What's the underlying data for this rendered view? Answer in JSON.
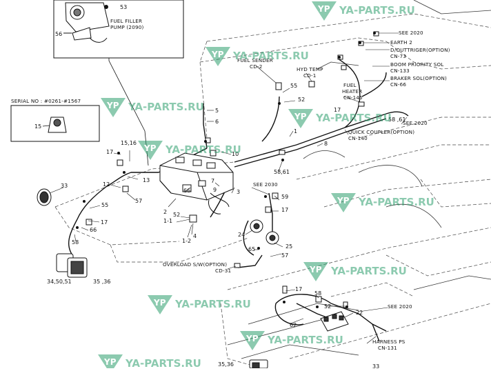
{
  "title": "",
  "watermark": {
    "text": "YA-PARTS.RU",
    "logo": "YP",
    "color": "#2e9e6e"
  },
  "inset": {
    "caption_line1": "FUEL FILLER",
    "caption_line2": "PUMP (2090)",
    "part": "56",
    "part2": "53"
  },
  "serial_box": {
    "text": "SERIAL NO : #0261-#1567",
    "part": "15"
  },
  "labels": {
    "see2020_a": "SEE 2020",
    "earth": "EARTH 2",
    "outrigger": "D/OUTTRIGER(OPTION)",
    "cn73": "CN-73",
    "boom": "BOOM PRIORITY SOL",
    "cn133": "CN-133",
    "braker": "BRAKER SOL(OPTION)",
    "cn66": "CN-66",
    "fuel_sender": "FUEL SENDER",
    "cd2": "CD-2",
    "hyd_temp": "HYD TEMP",
    "cd1": "CD-1",
    "fuel_heater1": "FUEL",
    "fuel_heater2": "HEATER",
    "cn145": "CN-145",
    "see2020_b": "SEE 2020",
    "quick": "QUICK COUPLER(OPTION)",
    "cn140": "CN-140",
    "see2030": "SEE 2030",
    "overload": "OVERLOAD S/W(OPTION)",
    "cd31": "CD-31",
    "see2020_c": "SEE 2020",
    "harness": "HARNESS PS",
    "cn131": "CN-131"
  },
  "parts": {
    "p5": "5",
    "p6": "6",
    "p55": "55",
    "p52a": "52",
    "p17a": "17",
    "p1": "1",
    "p8": "8",
    "p58_61a": "58 ,61",
    "p10": "10",
    "p17b": "17",
    "p15_16": "15,16",
    "p12": "12",
    "p13": "13",
    "p33a": "33",
    "p57a": "57",
    "p55b": "55",
    "p66": "66",
    "p7": "7",
    "p9": "9",
    "p3": "3",
    "p2": "2",
    "p52b": "52",
    "p11": "1-1",
    "p4": "4",
    "p12b": "1-2",
    "p17c": "17",
    "p66b": "66",
    "p58a": "58",
    "p345051": "34,50,51",
    "p3536a": "35 ,36",
    "p58_61b": "58,61",
    "p59": "59",
    "p17d": "17",
    "p24": "24",
    "p65": "65",
    "p25": "25",
    "p57b": "57",
    "p17e": "17",
    "p58b": "58",
    "p52c": "52",
    "p22": "22",
    "p62": "62",
    "p3536b": "35,36",
    "p33b": "33"
  }
}
